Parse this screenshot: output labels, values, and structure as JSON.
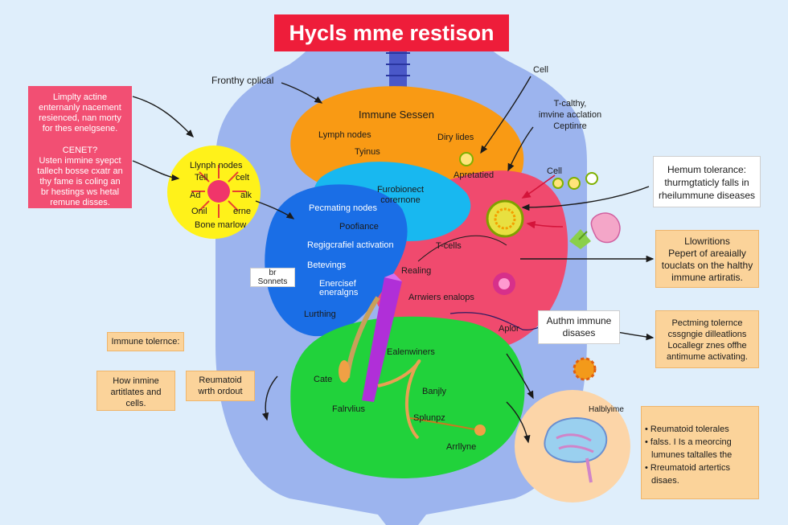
{
  "title": "Hycls mme restison",
  "left_callout": {
    "lines_top": [
      "Limplty actine",
      "enternanly nacement",
      "resienced, nan morty",
      "for thes enelgsene."
    ],
    "lines_bottom": [
      "CENET?",
      "Usten immine syepct",
      "tallech bosse cxatr an",
      "thy fame is coling an",
      "br hestings ws hetal",
      "remune disses."
    ]
  },
  "lymph_circle": {
    "title": "Llynph nodes",
    "labels": [
      "Tell",
      "celt",
      "Ad",
      "alk",
      "Onil",
      "erne"
    ],
    "bottom": "Bone marlow"
  },
  "labels": {
    "fronthy": "Fronthy cplical",
    "cell_top": "Cell",
    "cell_mid": "Cell",
    "or_sonnets": [
      "br",
      "Sonnets"
    ],
    "aplor": "Aplor"
  },
  "orange_organ": {
    "title": "Immune Sessen",
    "lymph": "Lymph nodes",
    "tylus": "Tyinus",
    "diry": "Diry lides",
    "apretatied": "Apretatied"
  },
  "cyan_organ": {
    "fur": [
      "Furobionect",
      "corernone"
    ]
  },
  "blue_organ": {
    "items": [
      "Pecmating nodes",
      "Poofiance",
      "Regigcrafiel activation",
      "Betevings",
      "Enercisef",
      "eneralgns",
      "Lurthing"
    ]
  },
  "pink_organ": {
    "tcells": "T-cells",
    "realing": "Realing",
    "arrwiers": "Arrwiers enalops"
  },
  "green_organ": {
    "items": [
      "Ealenwiners",
      "Cate",
      "Banjly",
      "Falrvlius",
      "Splunpz",
      "Arrllyne"
    ]
  },
  "right_boxes": {
    "tcalthy": [
      "T-calthy,",
      "imvine acclation",
      "Ceptinre"
    ],
    "hemum": [
      "Hemum tolerance:",
      "thurmgtaticly falls in",
      "rheilummune diseases"
    ],
    "llowritions": "Llowritions",
    "pepert": [
      "Pepert of areaially",
      "touclats on the halthy",
      "immune artiratis."
    ],
    "autm": [
      "Authm immune",
      "disases"
    ],
    "pectming": [
      "Pectming tolernce",
      "cssgngie dilleatlions",
      "Locallegr znes offhe",
      "antimume activating."
    ],
    "halblyime": "Halblyime",
    "reumatoid_tolerics": [
      "• Reumatoid tolerales",
      "• falss. I Is a meorcing",
      "lumunes taltalles the",
      "• Rreumatoid artertics",
      "disaes."
    ]
  },
  "left_boxes": {
    "immune_tolerance": "Immune tolernce:",
    "how_inmine": [
      "How inmine",
      "artitlates and",
      "cells."
    ],
    "reumatoid": [
      "Reumatoid",
      "wrth ordout"
    ]
  },
  "colors": {
    "background": "#dfeefb",
    "body": "#9cb4ee",
    "title": "#ee1d3a",
    "orange": "#f99a14",
    "cyan": "#18b8f0",
    "blue": "#1a6ee6",
    "pink": "#f04a6e",
    "green": "#21d23b",
    "yellow": "#fff21a"
  }
}
